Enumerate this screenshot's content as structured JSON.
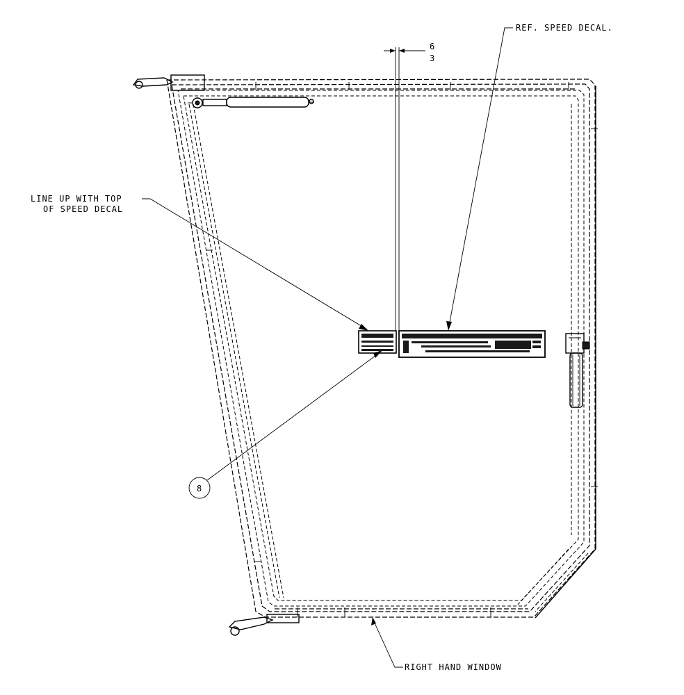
{
  "labels": {
    "ref_speed_decal": "REF. SPEED DECAL.",
    "line_up_line1": "LINE UP WITH TOP",
    "line_up_line2": "OF SPEED DECAL",
    "right_hand_window": "RIGHT HAND WINDOW",
    "callout_item": "8"
  },
  "dimension": {
    "upper": "6",
    "lower": "3"
  }
}
